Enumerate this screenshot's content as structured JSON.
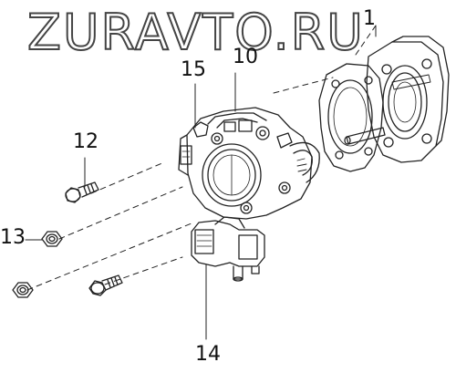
{
  "watermark": "ZURAVTO.RU",
  "callouts": {
    "part_1": "1",
    "part_10": "10",
    "part_12": "12",
    "part_13": "13",
    "part_14": "14",
    "part_15": "15"
  }
}
